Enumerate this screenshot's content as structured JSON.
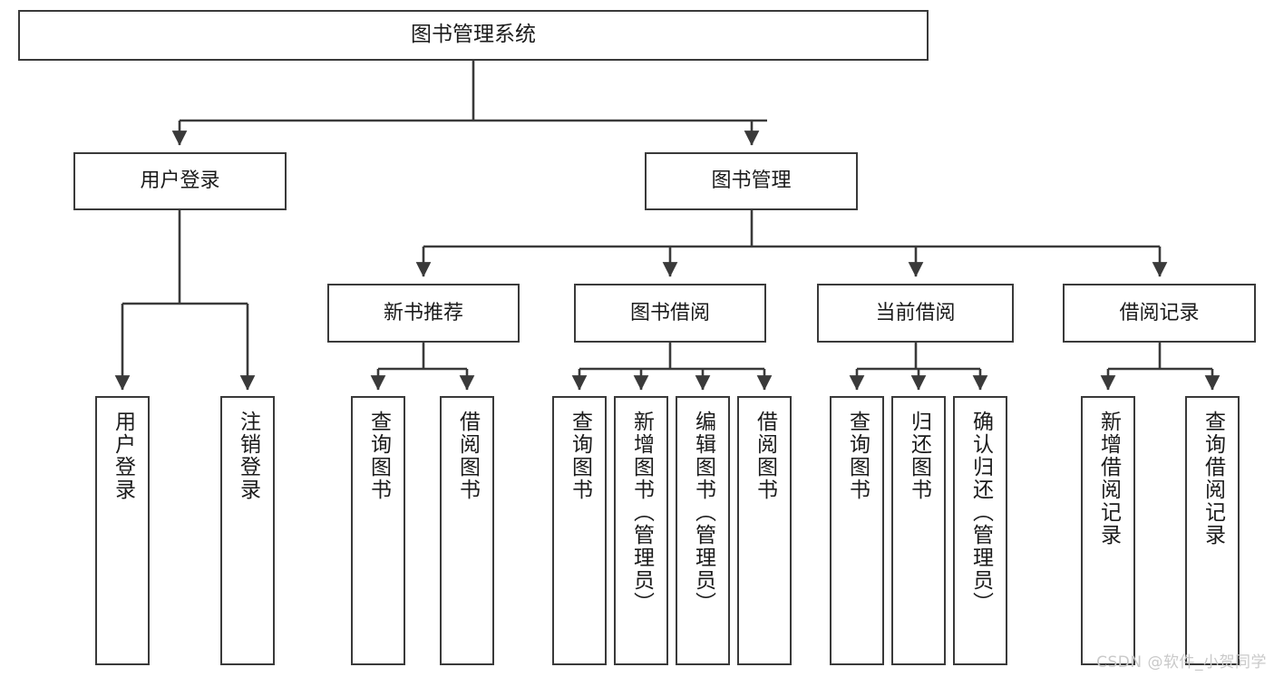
{
  "diagram": {
    "title": "图书管理系统",
    "watermark": "CSDN @软件_小贺同学",
    "colors": {
      "box_border": "#3a3a3a",
      "box_fill": "#ffffff",
      "edge": "#3a3a3a",
      "text": "#1b1b1b",
      "watermark": "#c9c9c9",
      "background": "#ffffff"
    },
    "root": {
      "label": "图书管理系统"
    },
    "level2": [
      {
        "label": "用户登录"
      },
      {
        "label": "图书管理"
      }
    ],
    "level3": [
      {
        "label": "新书推荐"
      },
      {
        "label": "图书借阅"
      },
      {
        "label": "当前借阅"
      },
      {
        "label": "借阅记录"
      }
    ],
    "leaves_user_login": [
      {
        "label": "用户登录"
      },
      {
        "label": "注销登录"
      }
    ],
    "leaves_new_books": [
      {
        "label": "查询图书"
      },
      {
        "label": "借阅图书"
      }
    ],
    "leaves_borrow": [
      {
        "label": "查询图书"
      },
      {
        "label": "新增图书（管理员）"
      },
      {
        "label": "编辑图书（管理员）"
      },
      {
        "label": "借阅图书"
      }
    ],
    "leaves_current": [
      {
        "label": "查询图书"
      },
      {
        "label": "归还图书"
      },
      {
        "label": "确认归还（管理员）"
      }
    ],
    "leaves_records": [
      {
        "label": "新增借阅记录"
      },
      {
        "label": "查询借阅记录"
      }
    ]
  },
  "chart_data": {
    "type": "table",
    "title": "图书管理系统",
    "nodes": [
      {
        "id": "root",
        "label": "图书管理系统",
        "level": 0,
        "parent": null
      },
      {
        "id": "user-login",
        "label": "用户登录",
        "level": 1,
        "parent": "root"
      },
      {
        "id": "book-manage",
        "label": "图书管理",
        "level": 1,
        "parent": "root"
      },
      {
        "id": "new-book-rec",
        "label": "新书推荐",
        "level": 2,
        "parent": "book-manage"
      },
      {
        "id": "book-borrow",
        "label": "图书借阅",
        "level": 2,
        "parent": "book-manage"
      },
      {
        "id": "current-borrow",
        "label": "当前借阅",
        "level": 2,
        "parent": "book-manage"
      },
      {
        "id": "borrow-record",
        "label": "借阅记录",
        "level": 2,
        "parent": "book-manage"
      },
      {
        "id": "leaf-user-login",
        "label": "用户登录",
        "level": 2,
        "parent": "user-login"
      },
      {
        "id": "leaf-logout",
        "label": "注销登录",
        "level": 2,
        "parent": "user-login"
      },
      {
        "id": "leaf-query-book-1",
        "label": "查询图书",
        "level": 3,
        "parent": "new-book-rec"
      },
      {
        "id": "leaf-borrow-book-1",
        "label": "借阅图书",
        "level": 3,
        "parent": "new-book-rec"
      },
      {
        "id": "leaf-query-book-2",
        "label": "查询图书",
        "level": 3,
        "parent": "book-borrow"
      },
      {
        "id": "leaf-add-book",
        "label": "新增图书（管理员）",
        "level": 3,
        "parent": "book-borrow"
      },
      {
        "id": "leaf-edit-book",
        "label": "编辑图书（管理员）",
        "level": 3,
        "parent": "book-borrow"
      },
      {
        "id": "leaf-borrow-book-2",
        "label": "借阅图书",
        "level": 3,
        "parent": "book-borrow"
      },
      {
        "id": "leaf-query-book-3",
        "label": "查询图书",
        "level": 3,
        "parent": "current-borrow"
      },
      {
        "id": "leaf-return-book",
        "label": "归还图书",
        "level": 3,
        "parent": "current-borrow"
      },
      {
        "id": "leaf-confirm-return",
        "label": "确认归还（管理员）",
        "level": 3,
        "parent": "current-borrow"
      },
      {
        "id": "leaf-add-record",
        "label": "新增借阅记录",
        "level": 3,
        "parent": "borrow-record"
      },
      {
        "id": "leaf-query-record",
        "label": "查询借阅记录",
        "level": 3,
        "parent": "borrow-record"
      }
    ]
  }
}
